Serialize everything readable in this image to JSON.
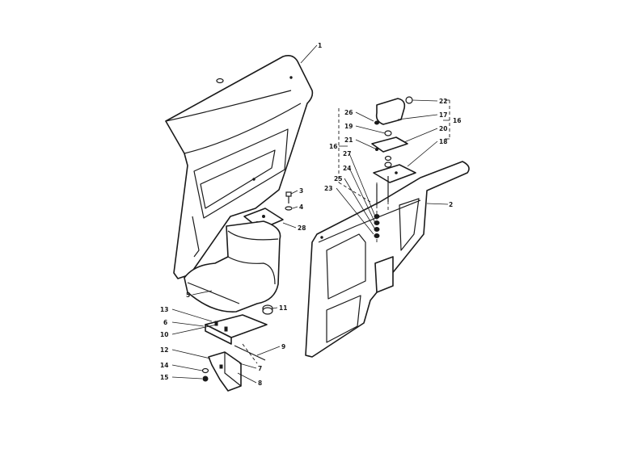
{
  "callouts": {
    "c1": "1",
    "c2": "2",
    "c3": "3",
    "c4": "4",
    "c5": "5",
    "c6": "6",
    "c7": "7",
    "c8": "8",
    "c9": "9",
    "c10": "10",
    "c11": "11",
    "c12": "12",
    "c13": "13",
    "c14": "14",
    "c15": "15",
    "c16a": "16",
    "c16b": "16",
    "c17": "17",
    "c18": "18",
    "c19": "19",
    "c20": "20",
    "c21": "21",
    "c22": "22",
    "c23": "23",
    "c24": "24",
    "c25": "25",
    "c26": "26",
    "c27": "27",
    "c28": "28"
  }
}
